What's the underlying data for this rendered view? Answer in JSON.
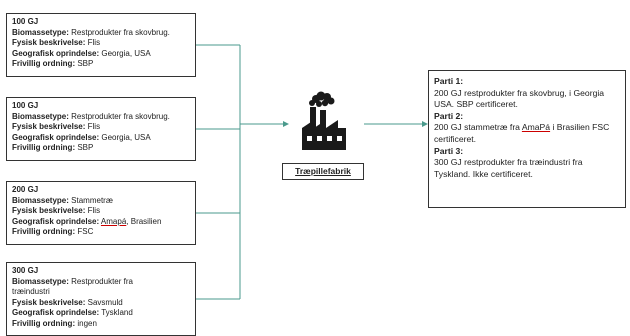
{
  "sources": [
    {
      "amount": "100 GJ",
      "lines": [
        {
          "label": "Biomassetype:",
          "value": "Restprodukter fra skovbrug."
        },
        {
          "label": "Fysisk beskrivelse:",
          "value": "Flis"
        },
        {
          "label": "Geografisk oprindelse:",
          "value": "Georgia, USA"
        },
        {
          "label": "Frivillig ordning:",
          "value": "SBP"
        }
      ]
    },
    {
      "amount": "100 GJ",
      "lines": [
        {
          "label": "Biomassetype:",
          "value": "Restprodukter fra skovbrug."
        },
        {
          "label": "Fysisk beskrivelse:",
          "value": "Flis"
        },
        {
          "label": "Geografisk oprindelse:",
          "value": "Georgia, USA"
        },
        {
          "label": "Frivillig ordning:",
          "value": "SBP"
        }
      ]
    },
    {
      "amount": "200 GJ",
      "lines": [
        {
          "label": "Biomassetype:",
          "value": "Stammetræ"
        },
        {
          "label": "Fysisk beskrivelse:",
          "value": "Flis"
        },
        {
          "label": "Geografisk oprindelse:",
          "value_underlined": "Amapá",
          "value": ", Brasilien"
        },
        {
          "label": "Frivillig ordning:",
          "value": "FSC"
        }
      ]
    },
    {
      "amount": "300 GJ",
      "lines": [
        {
          "label": "Biomassetype:",
          "value": "Restprodukter fra"
        },
        {
          "label": "",
          "value": "træindustri"
        },
        {
          "label": "Fysisk beskrivelse:",
          "value": "Savsmuld"
        },
        {
          "label": "Geografisk oprindelse:",
          "value": "Tyskland"
        },
        {
          "label": "Frivillig ordning:",
          "value": "ingen"
        }
      ]
    }
  ],
  "factory": {
    "label": "Træpillefabrik",
    "icon": "factory-icon",
    "icon_color": "#1a1a1a"
  },
  "result": {
    "parts": [
      {
        "title": "Parti 1:",
        "text": "200 GJ restprodukter fra skovbrug, i Georgia USA. SBP certificeret."
      },
      {
        "title": "Parti 2:",
        "text_before": "200 GJ stammetræ fra ",
        "text_underlined": "AmaPá",
        "text_after": " i Brasilien FSC certificeret."
      },
      {
        "title": "Parti 3:",
        "text": "300 GJ restprodukter fra træindustri fra Tyskland. Ikke certificeret."
      }
    ]
  },
  "connector_color": "#4a9a8c"
}
